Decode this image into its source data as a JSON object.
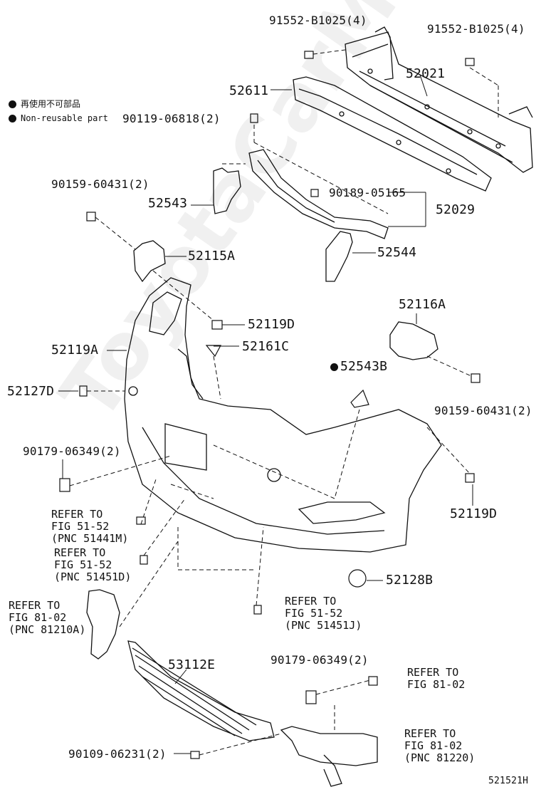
{
  "legend": {
    "items": [
      {
        "text_ja": "再使用不可部品",
        "text_en": "Non-reusable part"
      }
    ]
  },
  "watermark": "ToyotaCarMine.ru",
  "labels": {
    "p91552_left": "91552-B1025(4)",
    "p91552_right": "91552-B1025(4)",
    "p52021": "52021",
    "p52611": "52611",
    "p90119": "90119-06818(2)",
    "p90159_top": "90159-60431(2)",
    "p52543": "52543",
    "p90189": "90189-05165",
    "p52029": "52029",
    "p52115A": "52115A",
    "p52544": "52544",
    "p52116A": "52116A",
    "p52119D_top": "52119D",
    "p52119A": "52119A",
    "p52161C": "52161C",
    "p52543B": "52543B",
    "p52127D": "52127D",
    "p90159_right": "90159-60431(2)",
    "p90179_left": "90179-06349(2)",
    "p52119D_right": "52119D",
    "p52128B": "52128B",
    "p53112E": "53112E",
    "p90179_bottom": "90179-06349(2)",
    "p90109": "90109-06231(2)",
    "diagram_id": "521521H"
  },
  "refs": {
    "r1": [
      "REFER TO",
      "FIG 51-52",
      "(PNC 51441M)"
    ],
    "r2": [
      "REFER TO",
      "FIG 51-52",
      "(PNC 51451D)"
    ],
    "r3": [
      "REFER TO",
      "FIG 81-02",
      "(PNC 81210A)"
    ],
    "r4": [
      "REFER TO",
      "FIG 51-52",
      "(PNC 51451J)"
    ],
    "r5": [
      "REFER TO",
      "FIG 81-02"
    ],
    "r6": [
      "REFER TO",
      "FIG 81-02",
      "(PNC 81220)"
    ]
  }
}
